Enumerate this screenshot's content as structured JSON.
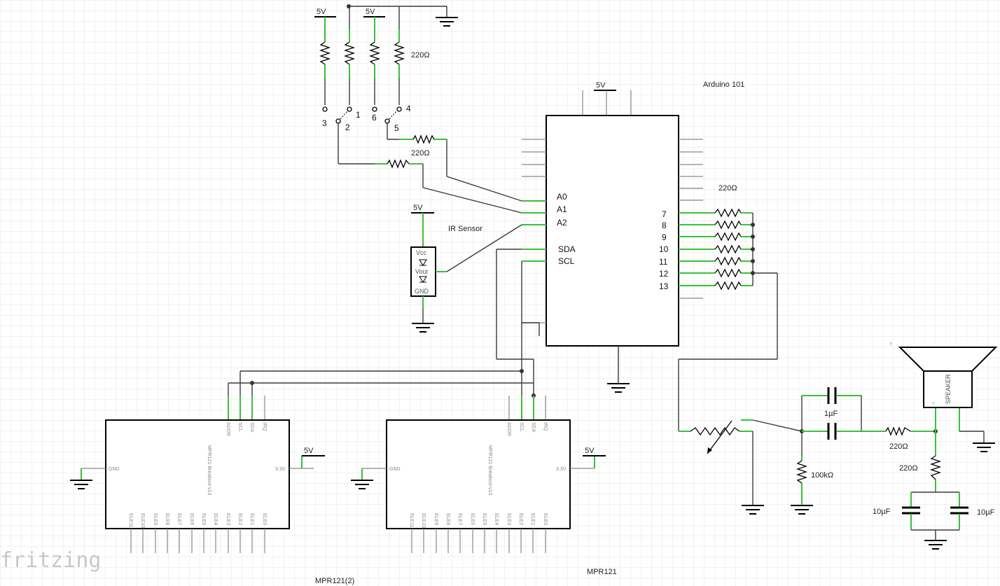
{
  "watermark": "fritzing",
  "labels": {
    "arduino_title": "Arduino 101",
    "ir_sensor": "IR Sensor",
    "mpr121_left": "MPR121(2)",
    "mpr121_right": "MPR121",
    "v5": "5V",
    "r220": "220Ω",
    "r100k": "100kΩ",
    "c1u": "1µF",
    "c10u": "10µF",
    "speaker": "SPEAKER",
    "q_mark": "?",
    "mpr_part": "MPR121-Breakout-v13",
    "gnd": "GND",
    "v33": "3.3V",
    "vcc": "Vcc",
    "vout": "Vout"
  },
  "arduino_pins_left": [
    "A0",
    "A1",
    "A2",
    "SDA",
    "SCL"
  ],
  "arduino_pins_right": [
    "7",
    "8",
    "9",
    "10",
    "11",
    "12",
    "13"
  ],
  "switch_contacts": [
    "3",
    "2",
    "1",
    "6",
    "5",
    "4"
  ],
  "mpr_top_pins": [
    "ADDR",
    "SCL",
    "SDA",
    "IRQ"
  ],
  "mpr_bottom_pins": [
    "ELE11",
    "ELE10",
    "ELE9",
    "ELE8",
    "ELE7",
    "ELE6",
    "ELE5",
    "ELE4",
    "ELE3",
    "ELE2",
    "ELE1",
    "ELE0"
  ],
  "colors": {
    "grid": "#e6e6e6",
    "wire": "#3a3a3a",
    "pin_green": "#37c337",
    "body": "#000000"
  }
}
